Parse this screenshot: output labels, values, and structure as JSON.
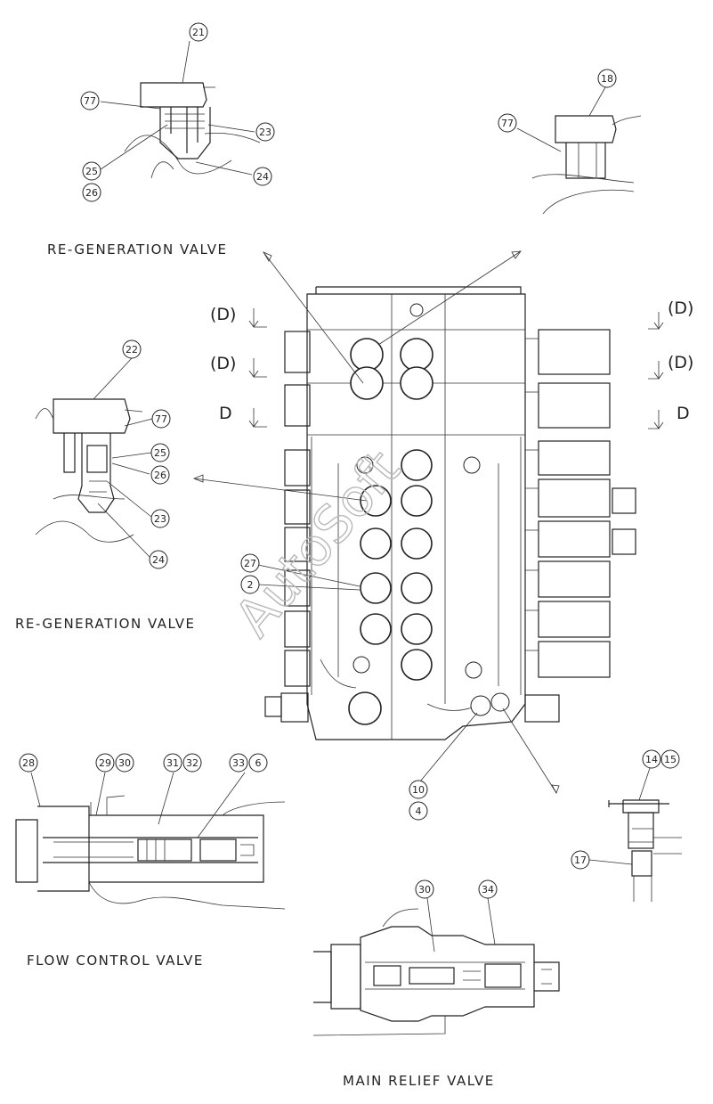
{
  "captions": {
    "regen_top": "RE-GENERATION VALVE",
    "regen_left": "RE-GENERATION VALVE",
    "flow_control": "FLOW CONTROL VALVE",
    "main_relief": "MAIN RELIEF VALVE"
  },
  "section_marks": {
    "left": [
      "(D)",
      "(D)",
      "D"
    ],
    "right": [
      "(D)",
      "(D)",
      "D"
    ]
  },
  "part_numbers": {
    "p21": "21",
    "p77a": "77",
    "p23a": "23",
    "p25a": "25",
    "p26a": "26",
    "p24a": "24",
    "p18": "18",
    "p77b": "77",
    "p22": "22",
    "p77c": "77",
    "p25b": "25",
    "p26b": "26",
    "p23b": "23",
    "p24b": "24",
    "p27": "27",
    "p2": "2",
    "p10": "10",
    "p4": "4",
    "p14": "14",
    "p15": "15",
    "p17": "17",
    "p28": "28",
    "p29": "29",
    "p30a": "30",
    "p31": "31",
    "p32": "32",
    "p33": "33",
    "p6": "6",
    "p30b": "30",
    "p34": "34"
  },
  "watermark": "AutoSoft"
}
